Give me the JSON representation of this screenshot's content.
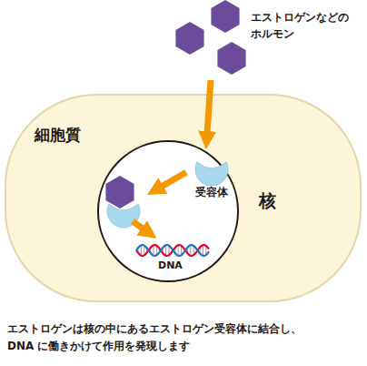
{
  "diagram": {
    "caption": "エストロゲンは核の中にあるエストロゲン受容体に結合し、 DNA に働きかけて作用を発現します",
    "nodes": [
      {
        "text": [
          "エストロゲンなどの ホルモン"
        ]
      },
      {
        "text": [
          "細胞質"
        ]
      },
      {
        "text": [
          "核"
        ],
        "in": 1
      },
      {
        "text": [
          "受容体"
        ],
        "in": 2
      },
      {
        "text": [
          "DNA"
        ],
        "in": 2
      }
    ],
    "edges": [
      {
        "from": 0,
        "to": 3,
        "arrow": "to"
      },
      {
        "from": 3,
        "to": 4,
        "arrow": "to"
      }
    ]
  }
}
